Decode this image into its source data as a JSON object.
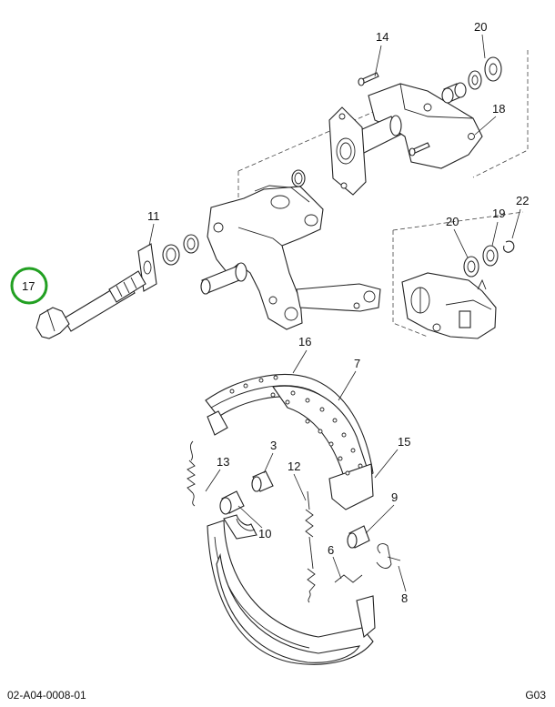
{
  "callouts": [
    {
      "id": "14",
      "label": "14"
    },
    {
      "id": "20a",
      "label": "20"
    },
    {
      "id": "18",
      "label": "18"
    },
    {
      "id": "22",
      "label": "22"
    },
    {
      "id": "19",
      "label": "19"
    },
    {
      "id": "20b",
      "label": "20"
    },
    {
      "id": "11",
      "label": "11"
    },
    {
      "id": "17",
      "label": "17"
    },
    {
      "id": "16",
      "label": "16"
    },
    {
      "id": "7",
      "label": "7"
    },
    {
      "id": "15",
      "label": "15"
    },
    {
      "id": "3",
      "label": "3"
    },
    {
      "id": "13",
      "label": "13"
    },
    {
      "id": "12",
      "label": "12"
    },
    {
      "id": "9",
      "label": "9"
    },
    {
      "id": "10",
      "label": "10"
    },
    {
      "id": "6",
      "label": "6"
    },
    {
      "id": "8",
      "label": "8"
    }
  ],
  "highlight": {
    "label": "17",
    "color": "#22a022"
  },
  "footer": {
    "left": "02-A04-0008-01",
    "right": "G03"
  }
}
